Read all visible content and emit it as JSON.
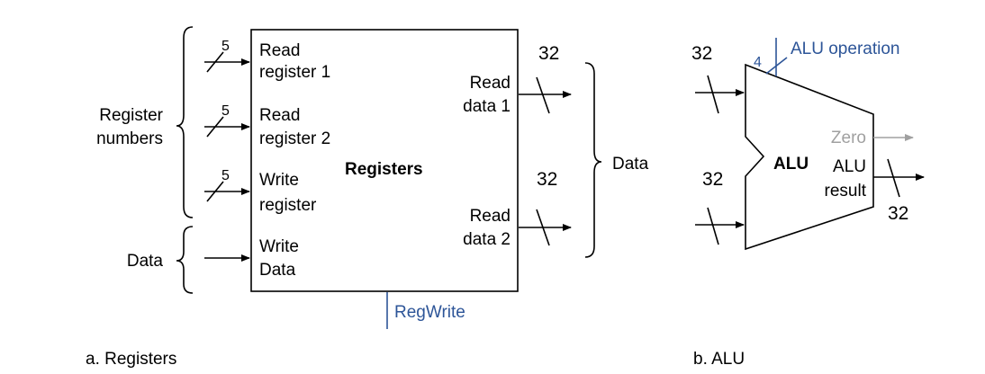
{
  "registers": {
    "block_label": "Registers",
    "inputs": {
      "read_register_1": [
        "Read",
        "register 1"
      ],
      "read_register_2": [
        "Read",
        "register 2"
      ],
      "write_register": [
        "Write",
        "register"
      ],
      "write_data": [
        "Write",
        "Data"
      ]
    },
    "input_width_1": "5",
    "input_width_2": "5",
    "input_width_3": "5",
    "outputs": {
      "read_data_1": [
        "Read",
        "data 1"
      ],
      "read_data_2": [
        "Read",
        "data 2"
      ]
    },
    "output_width_1": "32",
    "output_width_2": "32",
    "control": "RegWrite",
    "brace_register_numbers": [
      "Register",
      "numbers"
    ],
    "brace_data_in": "Data",
    "brace_data_out": "Data",
    "caption": "a. Registers"
  },
  "alu": {
    "block_label": "ALU",
    "input_width_a": "32",
    "input_width_b": "32",
    "operation_width": "4",
    "operation_label": "ALU operation",
    "zero_label": "Zero",
    "result_label": [
      "ALU",
      "result"
    ],
    "result_width": "32",
    "caption": "b. ALU"
  },
  "colors": {
    "control": "#2d5598",
    "zero": "#a0a0a0"
  }
}
